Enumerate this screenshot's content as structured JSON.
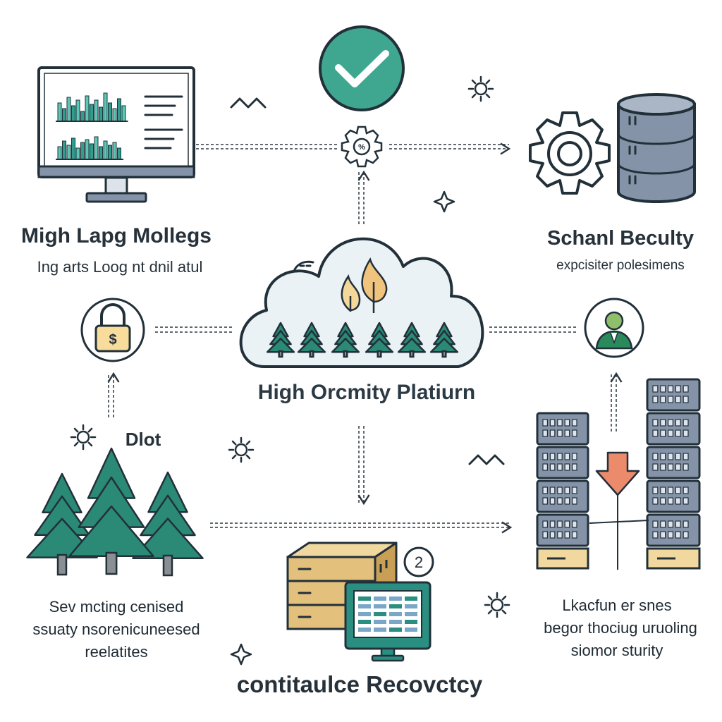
{
  "nodes": {
    "monitoring": {
      "title": "Migh Lapg Mollegs",
      "subtitle": "Ing arts Loog nt dnil atul"
    },
    "security": {
      "title": "Schanl Beculty",
      "subtitle": "expcisiter polesimens"
    },
    "platform": {
      "title": "High Orcmity Platiurn"
    },
    "trees": {
      "label": "Dlot",
      "lines": [
        "Sev mcting cenised",
        "ssuaty nsorenicuneesed",
        "reelatites"
      ]
    },
    "servers": {
      "lines": [
        "Lkacfun er snes",
        "begor thociug uruoling",
        "siomor sturity"
      ]
    },
    "recovery": {
      "title": "contitaulce Recovctcy",
      "badge": "2"
    },
    "lock": {
      "symbol": "$"
    }
  },
  "colors": {
    "teal": "#2a8f80",
    "tree": "#2a8a76",
    "sky": "#eaf2f5",
    "slate": "#8593a8",
    "tan": "#d8b77a",
    "salmon": "#ec8a6c",
    "check_bg": "#3fa790"
  }
}
